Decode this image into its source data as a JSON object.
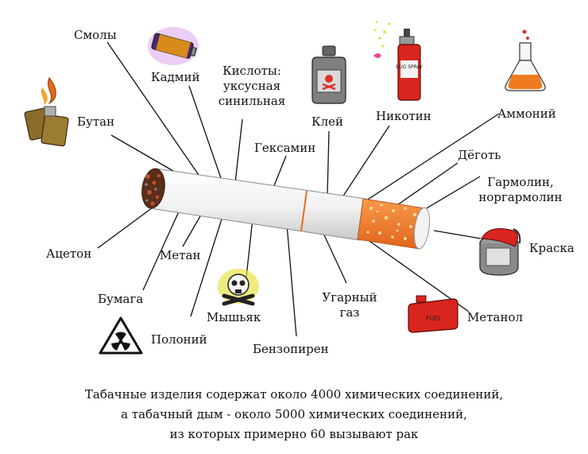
{
  "labels": {
    "smoly": "Смолы",
    "kadmiy": "Кадмий",
    "butan": "Бутан",
    "kisloty": [
      "Кислоты:",
      "уксусная",
      "синильная"
    ],
    "kley": "Клей",
    "nikotin": "Никотин",
    "ammoniy": "Аммоний",
    "geksamin": "Гексамин",
    "degot": "Дёготь",
    "garmolin": [
      "Гармолин,",
      "норгармолин"
    ],
    "aceton": "Ацетон",
    "metan": "Метан",
    "kraska": "Краска",
    "bumaga": "Бумага",
    "mysyak": "Мышьяк",
    "ugarny_gaz": [
      "Угарный",
      "газ"
    ],
    "metanol": "Метанол",
    "poloniy": "Полоний",
    "benzopiren": "Бензопирен"
  },
  "icons": {
    "lighter": "lighter-icon",
    "battery": "battery-icon",
    "glue_bottle": "poison-bottle-icon",
    "spray_can": "spray-can-icon",
    "flask": "flask-icon",
    "paint_can": "paint-can-icon",
    "skull": "skull-crossbones-icon",
    "fuel_can": "fuel-can-icon",
    "radiation": "radiation-icon",
    "battery_text": "",
    "bottle_text": "",
    "spray_text": "BUG SPRAY",
    "fuel_text": "FUEL"
  },
  "caption": [
    "Табачные изделия содержат около 4000 химических соединений,",
    "а табачный дым - около 5000 химических соединений,",
    "из которых примерно 60 вызывают рак"
  ],
  "colors": {
    "filter": "#f07a2a",
    "filter_spots": "#fbd9a0",
    "paper": "#f4f4f4",
    "ash": "#5a2e1a",
    "ember": "#c0502a",
    "red_can": "#d9251d",
    "orange_liquid": "#f07a1e"
  }
}
